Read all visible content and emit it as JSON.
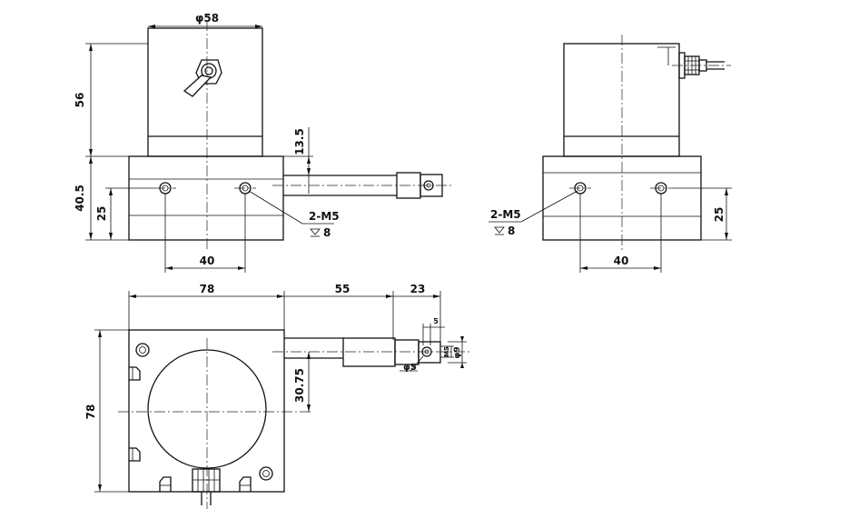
{
  "front_view": {
    "dim_diameter": "φ58",
    "dim_height": "56",
    "dim_shaft": "13.5",
    "dim_base_height": "40.5",
    "dim_hole_height": "25",
    "dim_hole_spacing": "40",
    "hole_callout": "2-M5",
    "hole_depth": "8"
  },
  "side_view": {
    "hole_callout": "2-M5",
    "hole_depth": "8",
    "dim_hole_height": "25",
    "dim_hole_spacing": "40"
  },
  "top_view": {
    "dim_width": "78",
    "dim_rod": "55",
    "dim_end": "23",
    "dim_height": "78",
    "dim_offset": "30.75",
    "dim_tip": "5",
    "dim_thread": "M5",
    "dim_diameter_9": "φ9",
    "dim_diameter_5": "φ5"
  }
}
